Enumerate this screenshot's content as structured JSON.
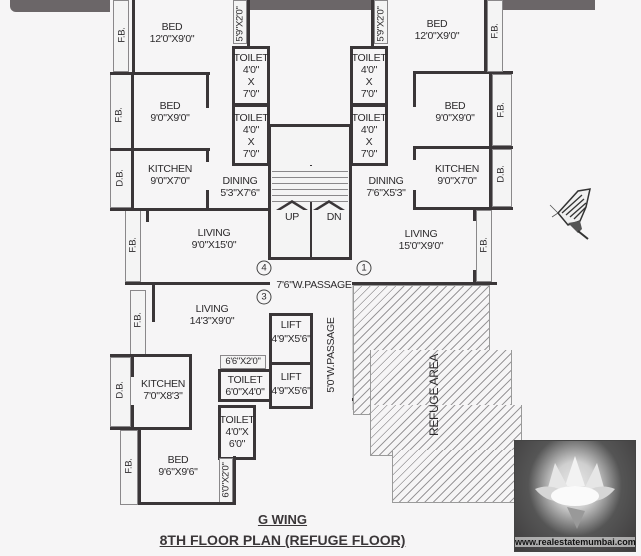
{
  "header": {
    "wing": "G WING",
    "plan_title": "8TH FLOOR PLAN (REFUGE FLOOR)"
  },
  "watermark": {
    "text": "www.realestatemumbai.com"
  },
  "decorations": {
    "butterfly": "butterfly-image",
    "lotus": "lotus-image"
  },
  "flat_top_left": {
    "bed1": {
      "name": "BED",
      "dim": "12'0\"X9'0\""
    },
    "fb1": "F.B.",
    "duct": "5'9\"X2'0\"",
    "toilet1": {
      "name": "TOILET",
      "d1": "4'0\"",
      "x": "X",
      "d2": "7'0\""
    },
    "bed2": {
      "name": "BED",
      "dim": "9'0\"X9'0\""
    },
    "fb2": "F.B.",
    "toilet2": {
      "name": "TOILET",
      "d1": "4'0\"",
      "x": "X",
      "d2": "7'0\""
    },
    "kitchen": {
      "name": "KITCHEN",
      "dim": "9'0\"X7'0\""
    },
    "db": "D.B.",
    "dining": {
      "name": "DINING",
      "dim": "5'3\"X7'6\""
    },
    "living": {
      "name": "LIVING",
      "dim": "9'0\"X15'0\""
    },
    "fb3": "F.B."
  },
  "flat_top_right": {
    "bed1": {
      "name": "BED",
      "dim": "12'0\"X9'0\""
    },
    "fb1": "F.B.",
    "duct": "5'9\"X2'0\"",
    "toilet1": {
      "name": "TOILET",
      "d1": "4'0\"",
      "x": "X",
      "d2": "7'0\""
    },
    "bed2": {
      "name": "BED",
      "dim": "9'0\"X9'0\""
    },
    "fb2": "F.B.",
    "toilet2": {
      "name": "TOILET",
      "d1": "4'0\"",
      "x": "X",
      "d2": "7'0\""
    },
    "kitchen": {
      "name": "KITCHEN",
      "dim": "9'0\"X7'0\""
    },
    "db": "D.B.",
    "dining": {
      "name": "DINING",
      "dim": "7'6\"X5'3\""
    },
    "living": {
      "name": "LIVING",
      "dim": "15'0\"X9'0\""
    },
    "fb3": "F.B."
  },
  "core": {
    "stairs_up": "UP",
    "stairs_dn": "DN",
    "passage_main": "7'6\"W.PASSAGE",
    "passage_side": "5'0\"W.PASSAGE",
    "lift1": {
      "name": "LIFT",
      "dim": "4'9\"X5'6\""
    },
    "lift2": {
      "name": "LIFT",
      "dim": "4'9\"X5'6\""
    },
    "flat_numbers": [
      "1",
      "3",
      "4"
    ]
  },
  "flat_bottom_left": {
    "living": {
      "name": "LIVING",
      "dim": "14'3\"X9'0\""
    },
    "fb1": "F.B.",
    "kitchen": {
      "name": "KITCHEN",
      "dim": "7'0\"X8'3\""
    },
    "db": "D.B.",
    "duct1": "6'6\"X2'0\"",
    "toilet1": {
      "name": "TOILET",
      "dim": "6'0\"X4'0\""
    },
    "toilet2": {
      "name": "TOILET",
      "d1": "4'0\"X",
      "d2": "6'0\""
    },
    "bed": {
      "name": "BED",
      "dim": "9'6\"X9'6\""
    },
    "fb2": "F.B.",
    "duct2": "6'0\"X2'0\""
  },
  "refuge": {
    "label": "REFUGE AREA"
  }
}
